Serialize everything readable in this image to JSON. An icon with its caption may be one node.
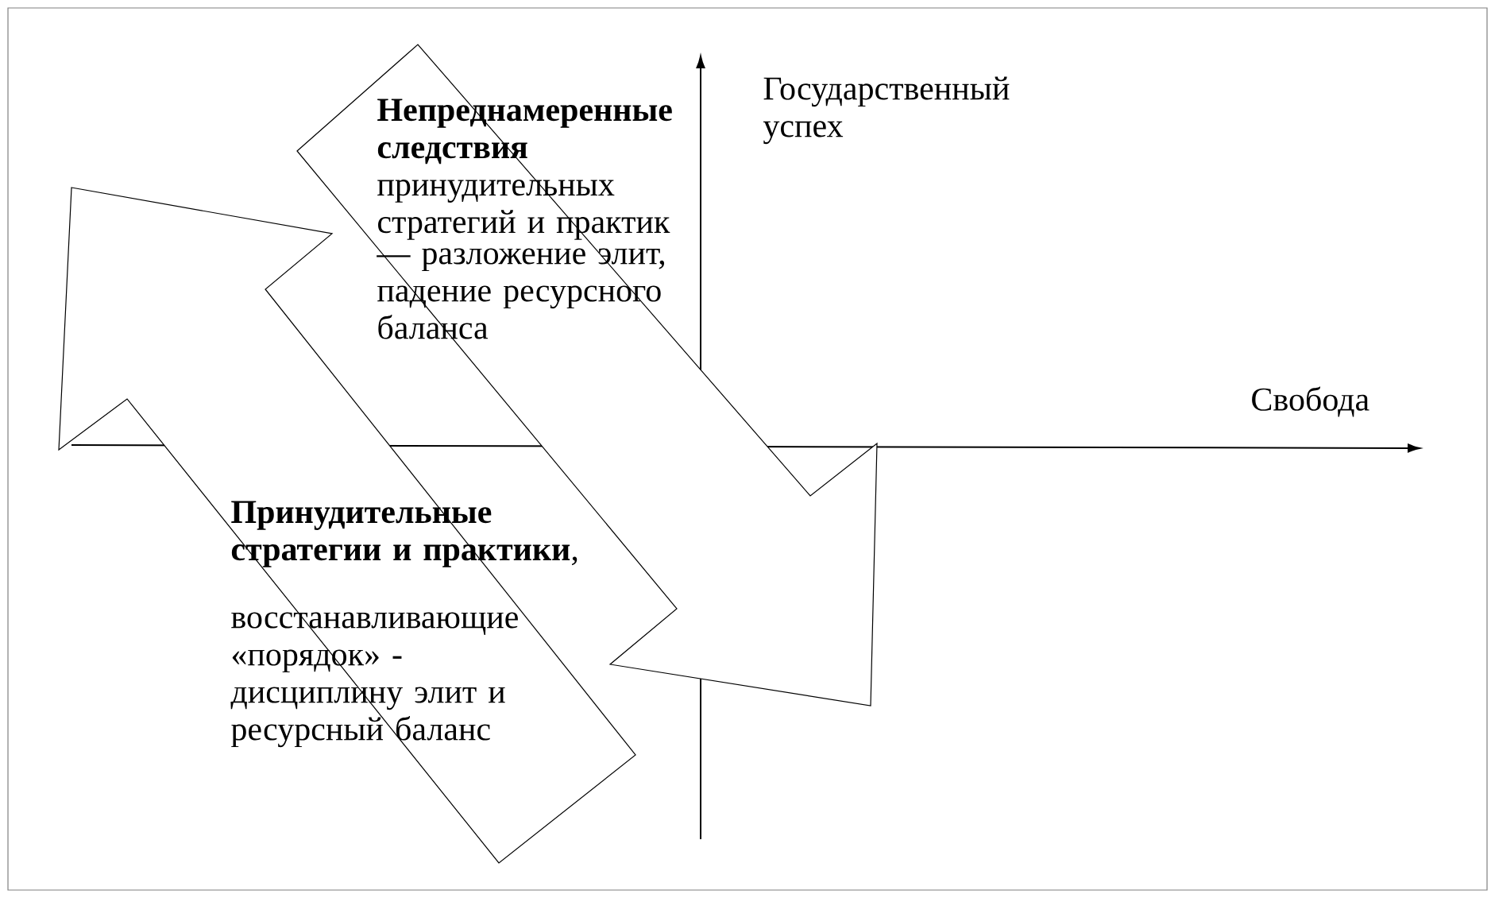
{
  "diagram": {
    "labels": [
      "**Непреднамеренные следствия** принудительных стратегий и практик",
      "Государственный успех",
      "— разложение элит, падение ресурсного баланса",
      "Свобода",
      "**Принудительные стратегии и практики**,",
      "восстанавливающие «порядок» - дисциплину элит и ресурсный баланс"
    ]
  }
}
